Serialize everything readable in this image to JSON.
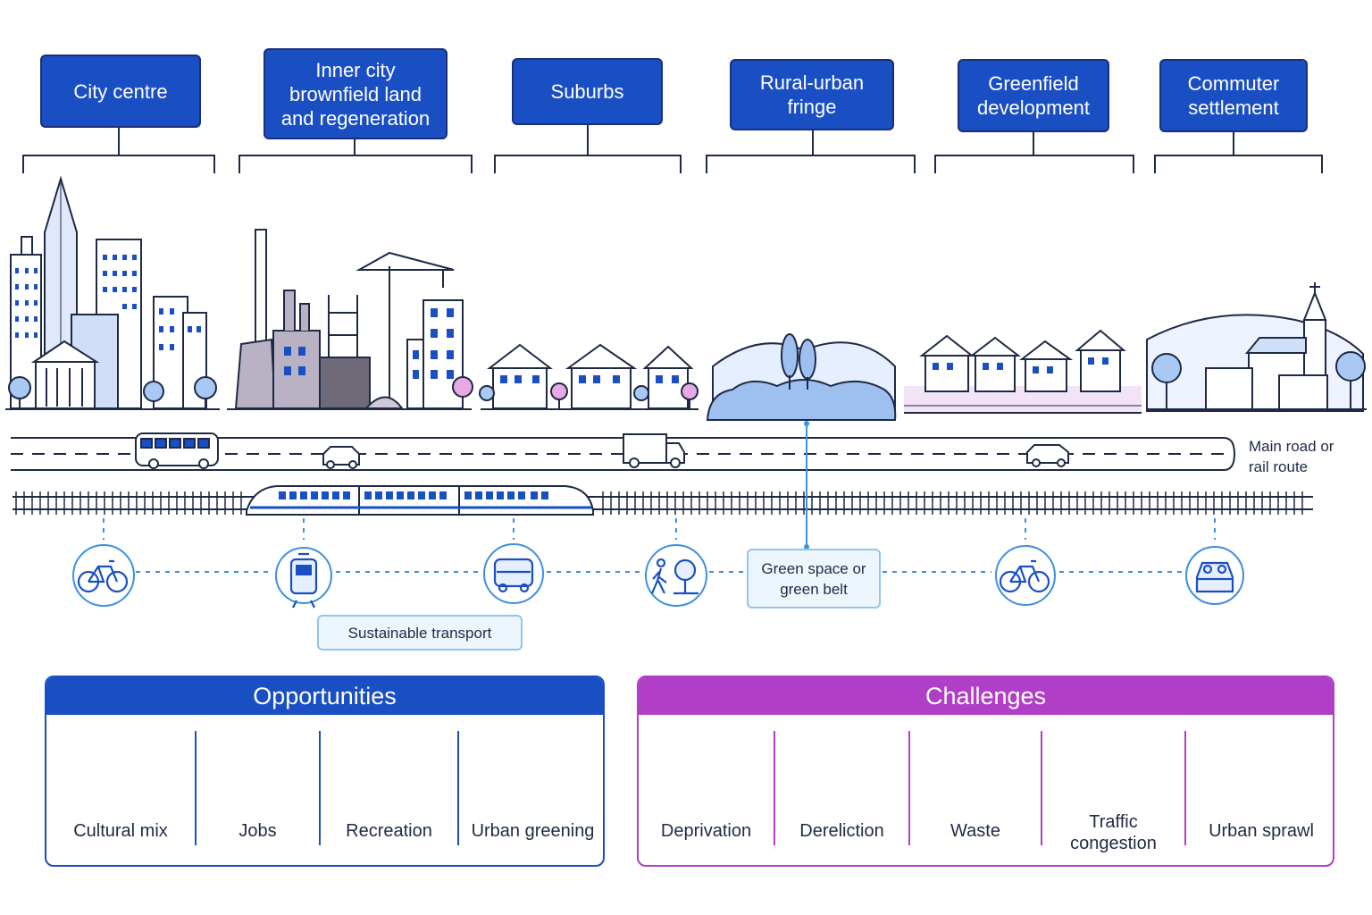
{
  "zones": [
    {
      "id": "city-centre",
      "label": "City centre"
    },
    {
      "id": "inner-city",
      "label": "Inner city\nbrownfield land\nand regeneration"
    },
    {
      "id": "suburbs",
      "label": "Suburbs"
    },
    {
      "id": "rural-urban-fringe",
      "label": "Rural-urban\nfringe"
    },
    {
      "id": "greenfield",
      "label": "Greenfield\ndevelopment"
    },
    {
      "id": "commuter",
      "label": "Commuter\nsettlement"
    }
  ],
  "route_label": "Main road or\nrail route",
  "green_belt_label": "Green space or\ngreen belt",
  "sustainable_transport_label": "Sustainable transport",
  "transport_icons": [
    {
      "name": "bicycle-icon"
    },
    {
      "name": "tram-icon"
    },
    {
      "name": "bus-icon"
    },
    {
      "name": "walking-icon"
    },
    {
      "name": "bicycle-icon"
    },
    {
      "name": "car-share-icon"
    }
  ],
  "opportunities": {
    "title": "Opportunities",
    "items": [
      {
        "label": "Cultural mix",
        "icon": "people-icon"
      },
      {
        "label": "Jobs",
        "icon": "briefcase-icon"
      },
      {
        "label": "Recreation",
        "icon": "park-bench-icon"
      },
      {
        "label": "Urban greening",
        "icon": "green-building-icon"
      }
    ]
  },
  "challenges": {
    "title": "Challenges",
    "items": [
      {
        "label": "Deprivation",
        "icon": "declining-chart-icon"
      },
      {
        "label": "Dereliction",
        "icon": "broken-house-icon"
      },
      {
        "label": "Waste",
        "icon": "bin-icon"
      },
      {
        "label": "Traffic\ncongestion",
        "icon": "traffic-icon"
      },
      {
        "label": "Urban sprawl",
        "icon": "sprawl-icon"
      }
    ]
  },
  "colors": {
    "blue": "#1a4fc4",
    "navy": "#1a2f7a",
    "light_blue": "#3d8fe0",
    "purple": "#b13ec6",
    "pink": "#e8a8e2",
    "lavender": "#a9c2f0"
  }
}
